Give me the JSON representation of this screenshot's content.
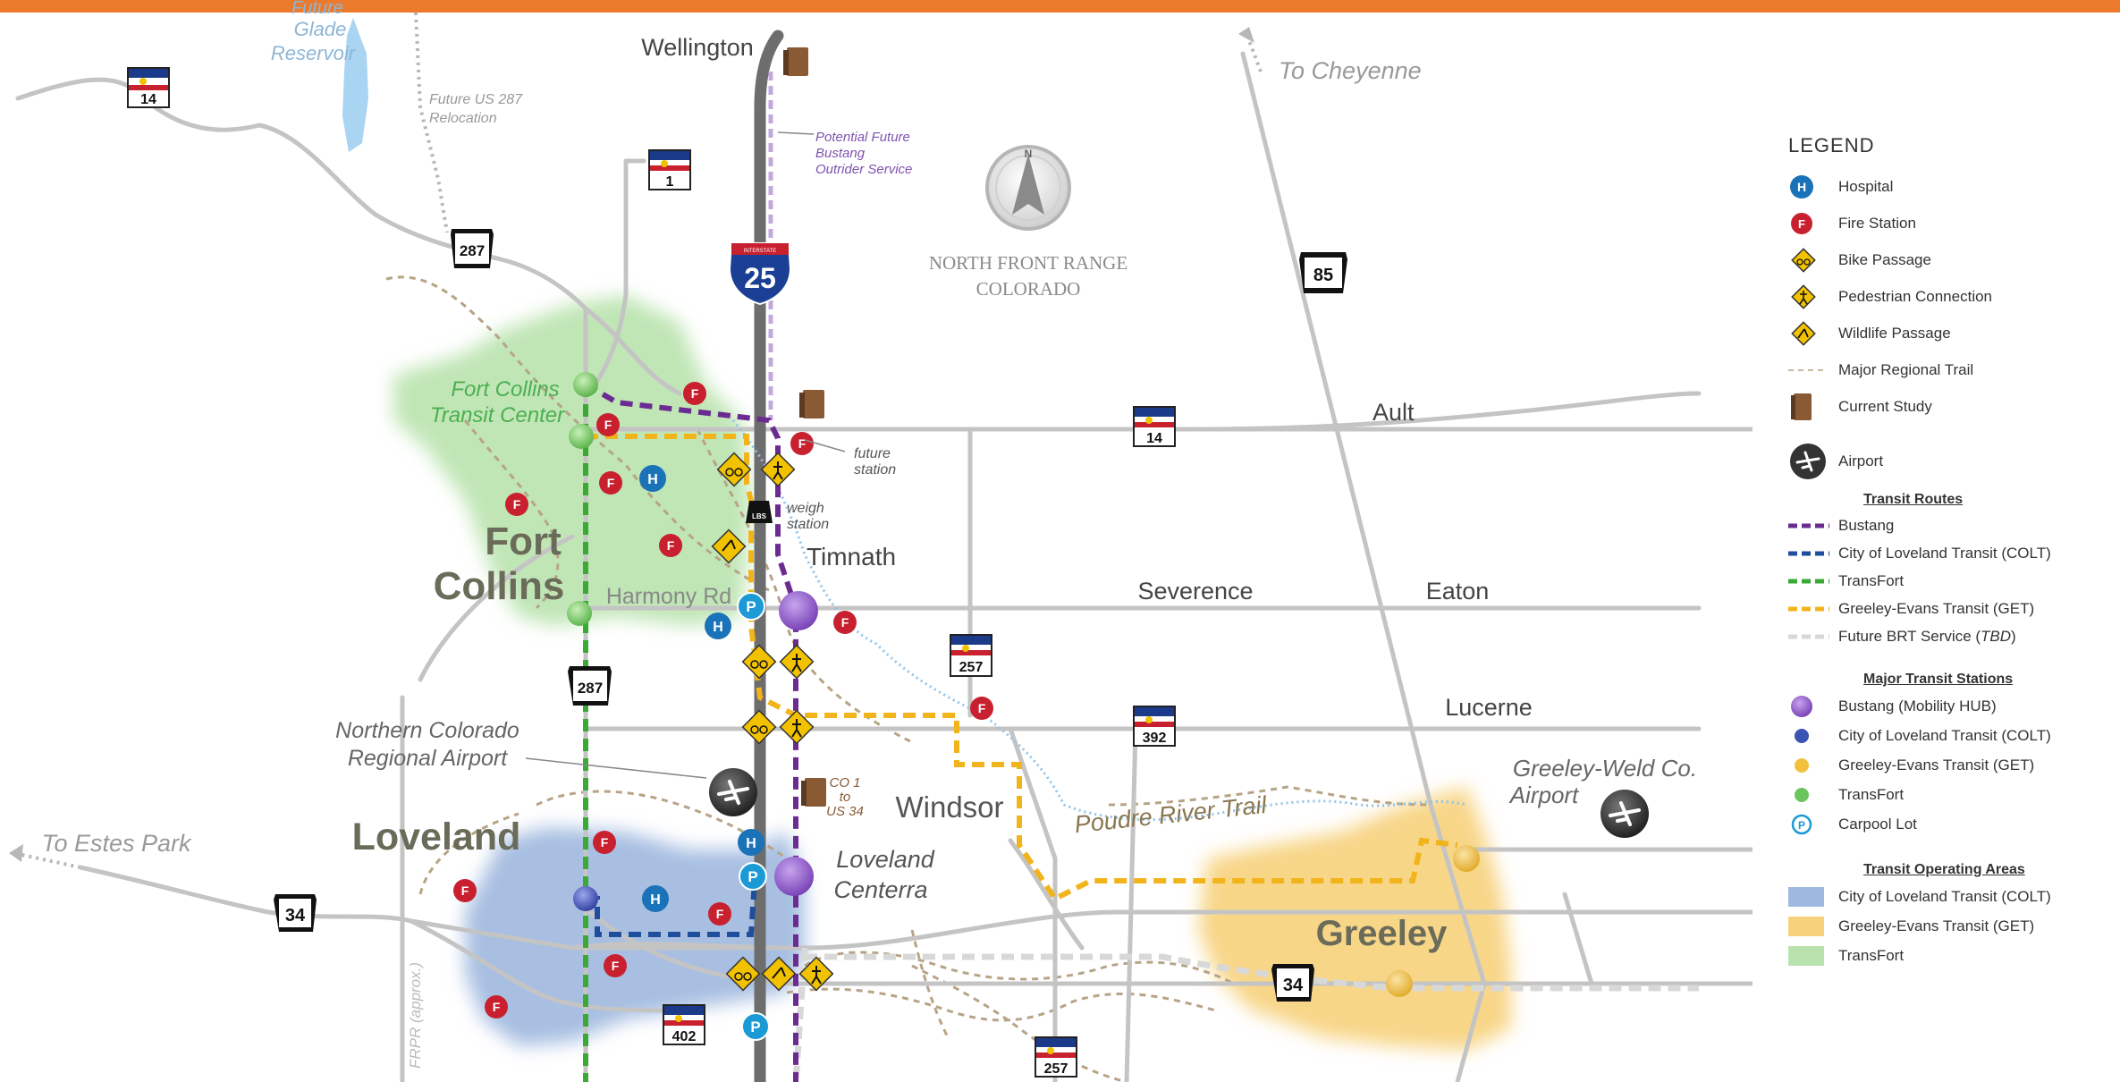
{
  "map": {
    "places": {
      "wellington": "Wellington",
      "fort_collins_1": "Fort",
      "fort_collins_2": "Collins",
      "timnath": "Timnath",
      "harmony_rd": "Harmony Rd",
      "severence": "Severence",
      "eaton": "Eaton",
      "ault": "Ault",
      "lucerne": "Lucerne",
      "windsor": "Windsor",
      "loveland": "Loveland",
      "loveland_centerra_1": "Loveland",
      "loveland_centerra_2": "Centerra",
      "greeley": "Greeley",
      "to_cheyenne": "To Cheyenne",
      "to_estes_park": "To Estes Park",
      "glade_1": "Future",
      "glade_2": "Glade",
      "glade_3": "Reservoir",
      "future_us287_1": "Future US 287",
      "future_us287_2": "Relocation",
      "potential_1": "Potential Future",
      "potential_2": "Bustang",
      "potential_3": "Outrider Service",
      "nfr_1": "NORTH FRONT RANGE",
      "nfr_2": "COLORADO",
      "fc_transit_1": "Fort Collins",
      "fc_transit_2": "Transit Center",
      "future_station_1": "future",
      "future_station_2": "station",
      "weigh_1": "weigh",
      "weigh_2": "station",
      "nocoairport_1": "Northern Colorado",
      "nocoairport_2": "Regional Airport",
      "greeley_airport_1": "Greeley-Weld Co.",
      "greeley_airport_2": "Airport",
      "poudre_trail": "Poudre River Trail",
      "co1_1": "CO 1",
      "co1_2": "to",
      "co1_3": "US 34",
      "frpr": "FRPR (approx.)"
    },
    "shields": {
      "co14_nw": "14",
      "co1": "1",
      "us287_n": "287",
      "i25": "25",
      "i25_banner": "INTERSTATE",
      "us85": "85",
      "co14_e": "14",
      "co257_n": "257",
      "us287_s": "287",
      "co392": "392",
      "us34_w": "34",
      "us34_e": "34",
      "co402": "402",
      "co257_s": "257"
    },
    "marker_letters": {
      "hospital": "H",
      "fire": "F",
      "parking": "P",
      "lbs": "LBS",
      "north": "N"
    }
  },
  "legend": {
    "title": "LEGEND",
    "items": [
      {
        "label": "Hospital",
        "icon": "hospital-icon"
      },
      {
        "label": "Fire Station",
        "icon": "fire-station-icon"
      },
      {
        "label": "Bike Passage",
        "icon": "bike-passage-icon"
      },
      {
        "label": "Pedestrian Connection",
        "icon": "pedestrian-connection-icon"
      },
      {
        "label": "Wildlife Passage",
        "icon": "wildlife-passage-icon"
      },
      {
        "label": "Major Regional Trail",
        "icon": "regional-trail-line"
      },
      {
        "label": "Current Study",
        "icon": "current-study-icon"
      },
      {
        "label": "Airport",
        "icon": "airport-icon"
      }
    ],
    "transit_routes": {
      "heading": "Transit Routes",
      "items": [
        {
          "label": "Bustang",
          "color": "#6b2c91"
        },
        {
          "label": "City of Loveland Transit (COLT)",
          "color": "#1f4e9c"
        },
        {
          "label": "TransFort",
          "color": "#3aaa35"
        },
        {
          "label": "Greeley-Evans Transit (GET)",
          "color": "#f2b41b"
        },
        {
          "label_prefix": "Future BRT Service (",
          "label_em": "TBD",
          "label_suffix": ")",
          "color": "#d8d8d8"
        }
      ]
    },
    "major_stations": {
      "heading": "Major Transit Stations",
      "items": [
        {
          "label": "Bustang (Mobility HUB)",
          "color": "#8a5cc7"
        },
        {
          "label": "City of Loveland Transit (COLT)",
          "color": "#3a55b3"
        },
        {
          "label": "Greeley-Evans Transit (GET)",
          "color": "#f2c23c"
        },
        {
          "label": "TransFort",
          "color": "#6cc55c"
        },
        {
          "label": "Carpool Lot",
          "color": "#1b9ad6"
        }
      ]
    },
    "operating_areas": {
      "heading": "Transit Operating Areas",
      "items": [
        {
          "label": "City of Loveland Transit (COLT)",
          "color": "#9fb8df"
        },
        {
          "label": "Greeley-Evans Transit (GET)",
          "color": "#f7d27c"
        },
        {
          "label": "TransFort",
          "color": "#b9e3ae"
        }
      ]
    }
  },
  "colors": {
    "accent_bar": "#ec7a2c",
    "bustang": "#6b2c91",
    "colt": "#1f4e9c",
    "transfort": "#3aaa35",
    "get": "#f2b41b",
    "brt": "#d8d8d8",
    "hospital": "#1a73b8",
    "fire": "#c8202e",
    "carpool": "#1b9ad6",
    "road": "#c4c4c4",
    "interstate": "#6d6d6d"
  }
}
